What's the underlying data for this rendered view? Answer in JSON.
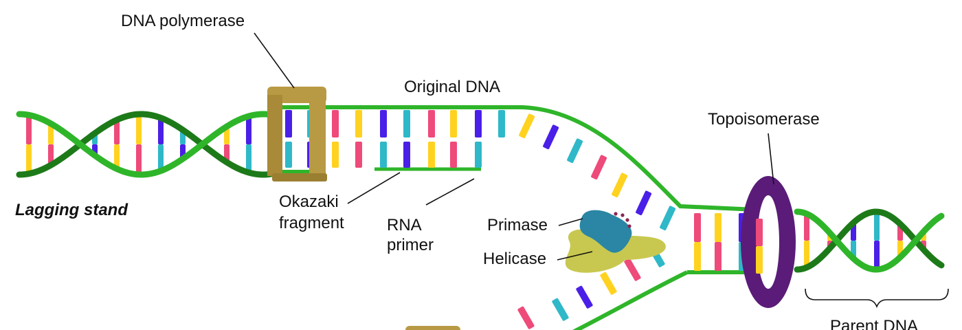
{
  "labels": {
    "dna_polymerase": "DNA polymerase",
    "original_dna": "Original DNA",
    "topoisomerase": "Topoisomerase",
    "lagging_strand": "Lagging stand",
    "okazaki_line1": "Okazaki",
    "okazaki_line2": "fragment",
    "rna_primer_line1": "RNA",
    "rna_primer_line2": "primer",
    "primase": "Primase",
    "helicase": "Helicase",
    "parent_dna": "Parent DNA"
  },
  "colors": {
    "backbone": "#2fb52a",
    "backbone_dark": "#1d7a19",
    "base_pink": "#ee4a7a",
    "base_yellow": "#ffd21f",
    "base_blue": "#4a1fe8",
    "base_teal": "#2fb8c8",
    "polymerase": "#b89a45",
    "topoisomerase": "#5a1c78",
    "primase": "#2a86a4",
    "helicase": "#c8c850",
    "primase_dots": "#8a2550"
  },
  "icons": {
    "polymerase": "dna-polymerase-clamp-icon",
    "topoisomerase": "topoisomerase-ring-icon",
    "primase": "primase-blob-icon",
    "helicase": "helicase-blob-icon"
  }
}
